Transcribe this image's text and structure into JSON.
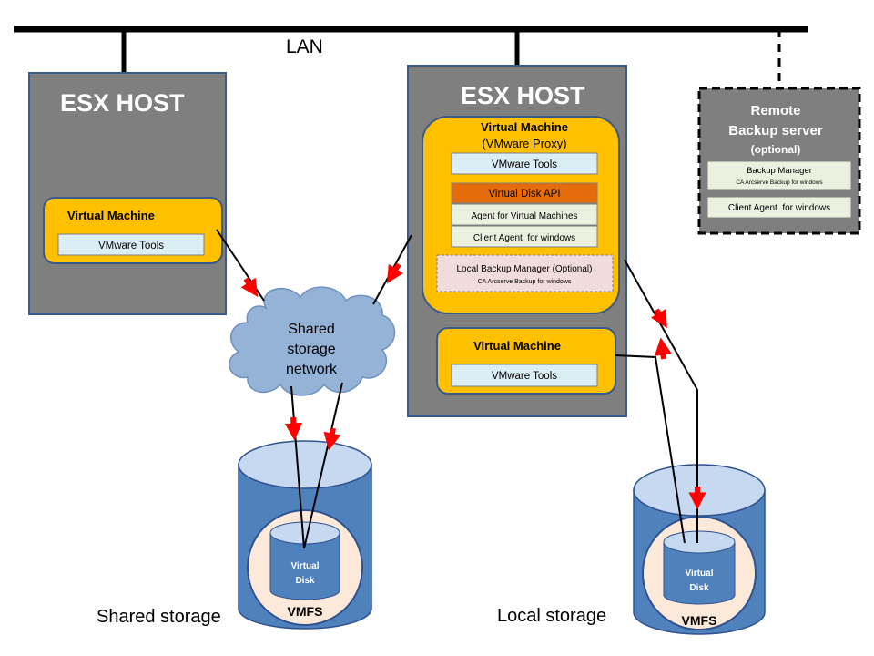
{
  "network": {
    "lan_label": "LAN"
  },
  "host1": {
    "title": "ESX HOST",
    "vm": {
      "title": "Virtual Machine",
      "tools": "VMware Tools"
    }
  },
  "host2": {
    "title": "ESX HOST",
    "proxy_vm": {
      "title": "Virtual Machine",
      "subtitle": "(VMware Proxy)",
      "tools": "VMware Tools",
      "disk_api": "Virtual Disk API",
      "agent_vm": "Agent for Virtual Machines",
      "client_agent": "Client Agent  for windows",
      "local_backup": "Local Backup Manager (Optional)",
      "local_backup_sub": "CA Arcserve Backup for windows"
    },
    "vm2": {
      "title": "Virtual Machine",
      "tools": "VMware Tools"
    }
  },
  "remote": {
    "title_line1": "Remote",
    "title_line2": "Backup server",
    "optional": "(optional)",
    "backup_manager": "Backup Manager",
    "backup_manager_sub": "CA Arcserve Backup for windows",
    "client_agent": "Client Agent  for windows"
  },
  "cloud": {
    "line1": "Shared",
    "line2": "storage",
    "line3": "network"
  },
  "shared_storage": {
    "label": "Shared storage",
    "vmfs": "VMFS",
    "disk_line1": "Virtual",
    "disk_line2": "Disk"
  },
  "local_storage": {
    "label": "Local storage",
    "vmfs": "VMFS",
    "disk_line1": "Virtual",
    "disk_line2": "Disk"
  },
  "colors": {
    "host": "#7f7f7f",
    "host_border": "#3a5a8c",
    "vm": "#ffc000",
    "tool_box": "#dbeef4",
    "disk_api": "#e46c0a",
    "agent_box": "#ebf1de",
    "local_backup": "#f2dcdb",
    "cylinder": "#4f81bd",
    "cylinder_top": "#c6d9f1",
    "cloud": "#95b3d7",
    "arrow": "#ff0000"
  }
}
